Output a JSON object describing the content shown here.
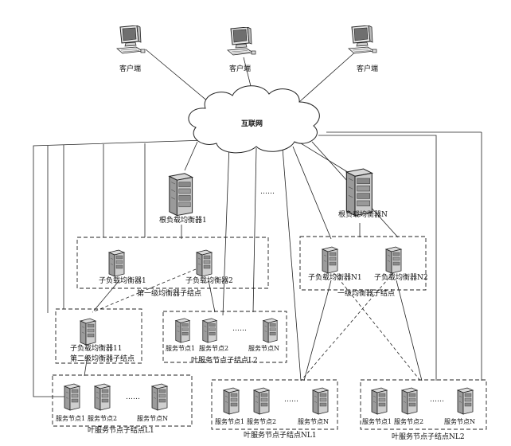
{
  "clients": [
    {
      "label": "客户端"
    },
    {
      "label": "客户端"
    },
    {
      "label": "客户端"
    }
  ],
  "internet": {
    "label": "互联网"
  },
  "ellipsis": "……",
  "root_balancers": [
    {
      "label": "根负载均衡器1"
    },
    {
      "label": "根负载均衡器N"
    }
  ],
  "level1_groups": [
    {
      "label": "第一级均衡器子结点",
      "children": [
        {
          "label": "子负载均衡器1"
        },
        {
          "label": "子负载均衡器2"
        }
      ]
    },
    {
      "label": "一级均衡器子结点",
      "children": [
        {
          "label": "子负载均衡器N1"
        },
        {
          "label": "子负载均衡器N2"
        }
      ]
    }
  ],
  "level2_group": {
    "label": "第二级均衡器子结点",
    "child": {
      "label": "子负载均衡器11"
    }
  },
  "leaf_groups": [
    {
      "label": "叶服务节点子结点L2",
      "nodes": [
        {
          "label": "服务节点1"
        },
        {
          "label": "服务节点2"
        },
        {
          "label": "服务节点N"
        }
      ]
    },
    {
      "label": "叶服务节点子结点L1",
      "nodes": [
        {
          "label": "服务节点1"
        },
        {
          "label": "服务节点2"
        },
        {
          "label": "服务节点N"
        }
      ]
    },
    {
      "label": "叶服务节点子结点NL1",
      "nodes": [
        {
          "label": "服务节点1"
        },
        {
          "label": "服务节点2"
        },
        {
          "label": "服务节点N"
        }
      ]
    },
    {
      "label": "叶服务节点子结点NL2",
      "nodes": [
        {
          "label": "服务节点1"
        },
        {
          "label": "服务节点2"
        },
        {
          "label": "服务节点N"
        }
      ]
    }
  ]
}
